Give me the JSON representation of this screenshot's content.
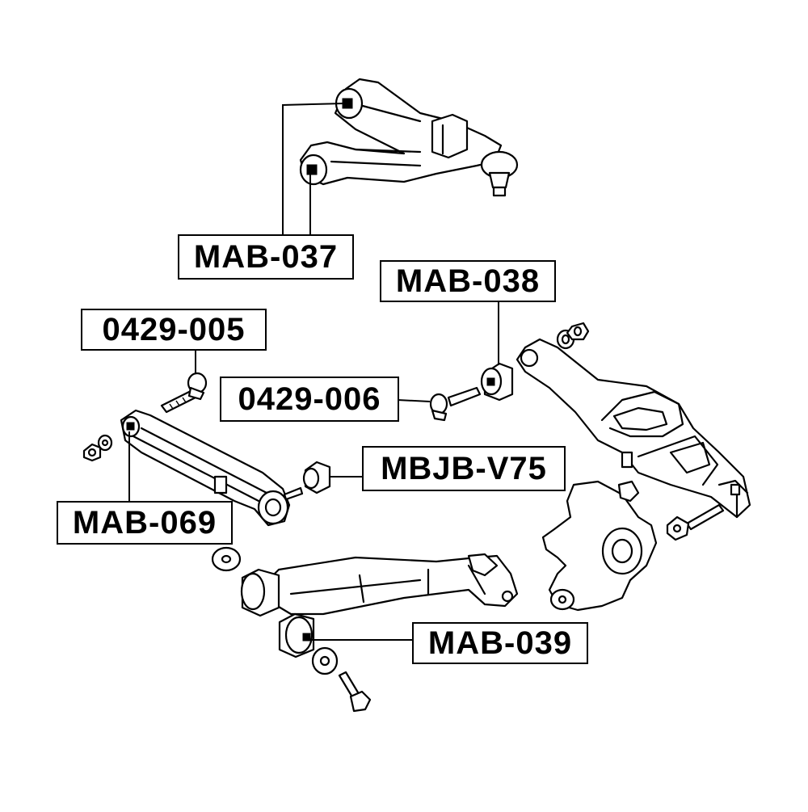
{
  "labels": {
    "mab037": "MAB-037",
    "mab038": "MAB-038",
    "p0429005": "0429-005",
    "p0429006": "0429-006",
    "mbjbv75": "MBJB-V75",
    "mab069": "MAB-069",
    "mab039": "MAB-039"
  },
  "colors": {
    "line": "#000000",
    "background": "#ffffff"
  }
}
